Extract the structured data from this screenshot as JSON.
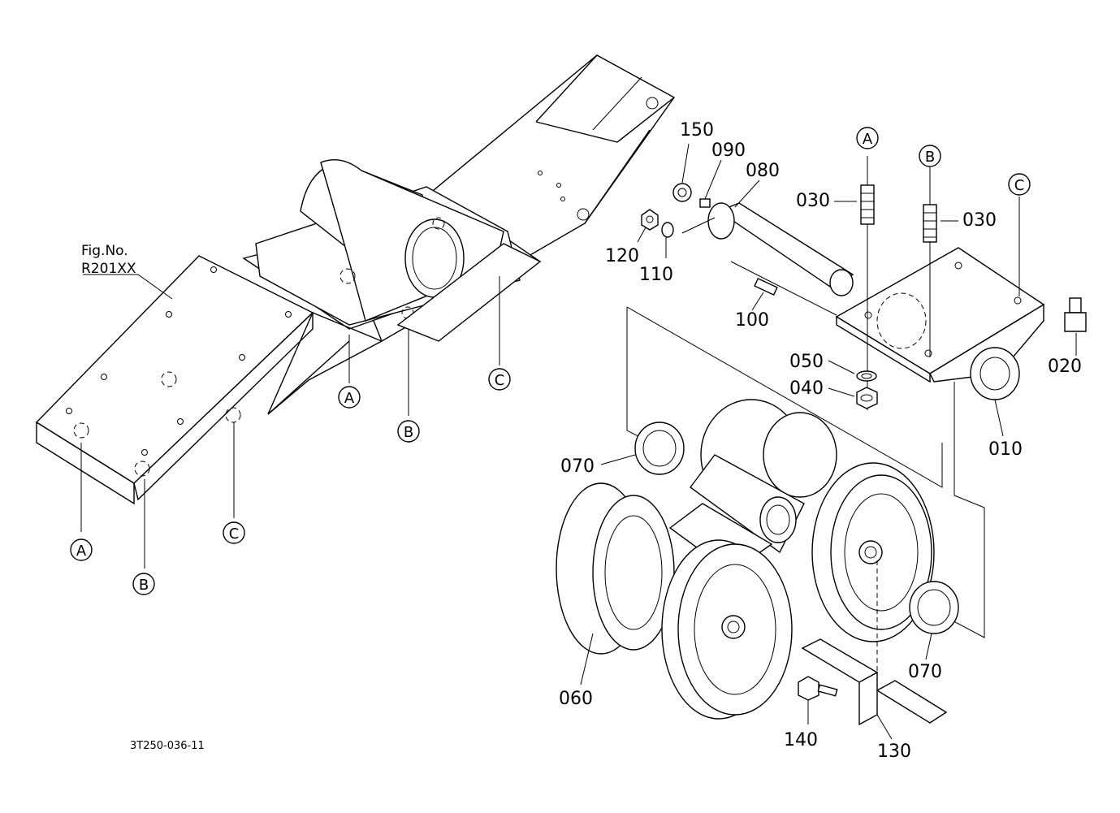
{
  "figure": {
    "fig_no_label": "Fig.No.",
    "fig_no_value": "R201XX",
    "drawing_code": "3T250-036-11"
  },
  "markers": {
    "a": "A",
    "b": "B",
    "c": "C"
  },
  "parts": {
    "p010": "010",
    "p020": "020",
    "p030_left": "030",
    "p030_right": "030",
    "p040": "040",
    "p050": "050",
    "p060": "060",
    "p070_top": "070",
    "p070_bottom": "070",
    "p080": "080",
    "p090": "090",
    "p100": "100",
    "p110": "110",
    "p120": "120",
    "p130": "130",
    "p140": "140",
    "p150": "150"
  }
}
